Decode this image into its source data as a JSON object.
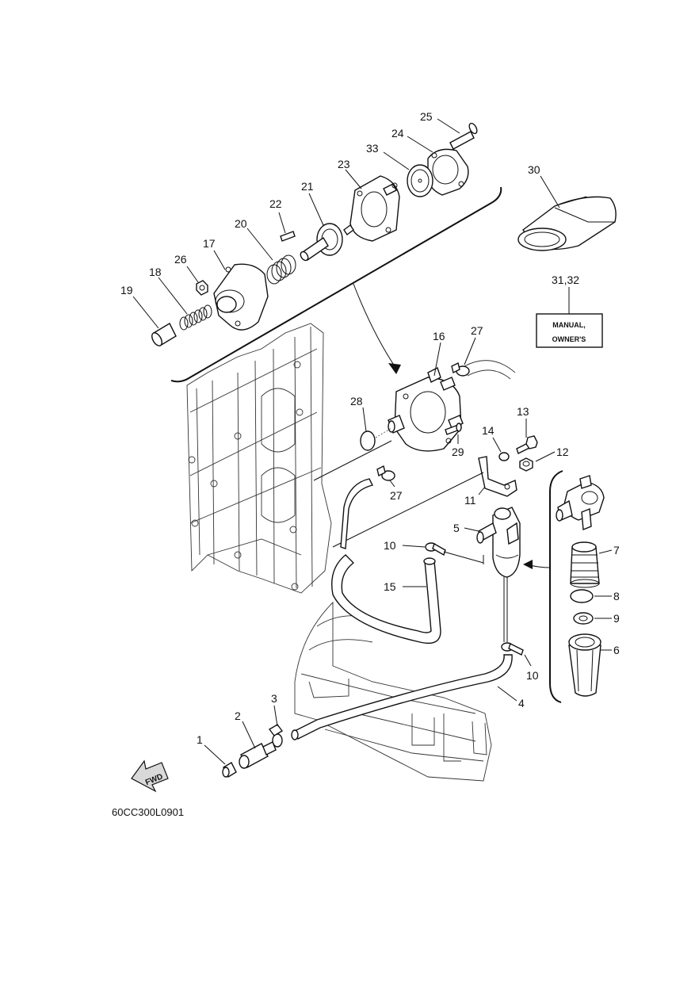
{
  "diagram": {
    "code": "60CC300L0901",
    "fwd_label": "FWD",
    "manual_label_line1": "MANUAL,",
    "manual_label_line2": "OWNER'S",
    "callouts": {
      "c1": "1",
      "c2": "2",
      "c3": "3",
      "c4": "4",
      "c5": "5",
      "c6": "6",
      "c7": "7",
      "c8": "8",
      "c9": "9",
      "c10a": "10",
      "c10b": "10",
      "c11": "11",
      "c12": "12",
      "c13": "13",
      "c14": "14",
      "c15": "15",
      "c16": "16",
      "c17": "17",
      "c18": "18",
      "c19": "19",
      "c20": "20",
      "c21": "21",
      "c22": "22",
      "c23": "23",
      "c24": "24",
      "c25": "25",
      "c26": "26",
      "c27a": "27",
      "c27b": "27",
      "c28": "28",
      "c29": "29",
      "c30": "30",
      "c3132": "31,32",
      "c33": "33"
    }
  }
}
